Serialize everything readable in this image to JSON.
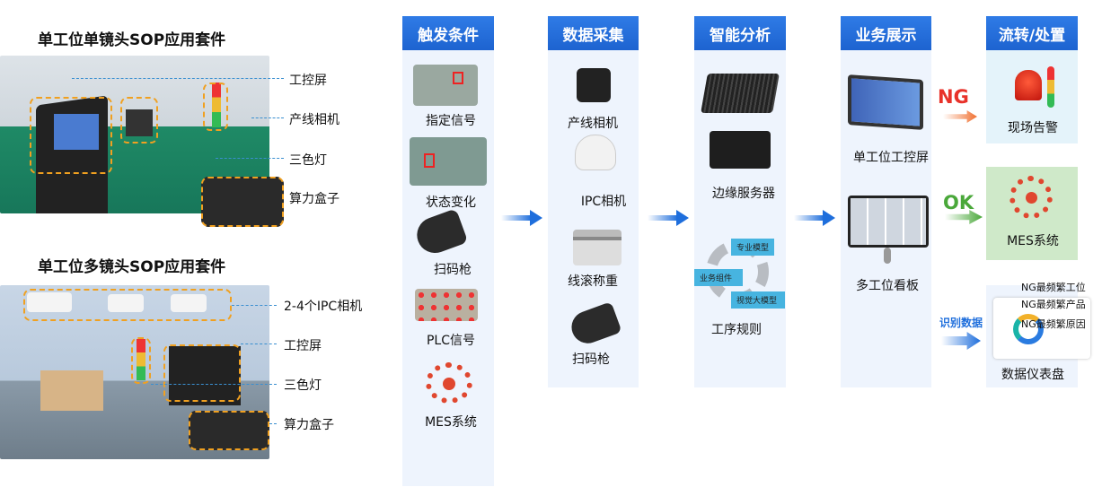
{
  "left": {
    "kit1": {
      "title": "单工位单镜头SOP应用套件",
      "labels": [
        "工控屏",
        "产线相机",
        "三色灯",
        "算力盒子"
      ]
    },
    "kit2": {
      "title": "单工位多镜头SOP应用套件",
      "labels": [
        "2-4个IPC相机",
        "工控屏",
        "三色灯",
        "算力盒子"
      ]
    }
  },
  "columns": [
    {
      "header": "触发条件",
      "items": [
        "指定信号",
        "状态变化",
        "扫码枪",
        "PLC信号",
        "MES系统"
      ]
    },
    {
      "header": "数据采集",
      "items": [
        "产线相机",
        "IPC相机",
        "线滚称重",
        "扫码枪"
      ]
    },
    {
      "header": "智能分析",
      "items": [
        "边缘服务器",
        "工序规则"
      ],
      "gear_tags": [
        "专业模型",
        "业务组件",
        "视觉大模型"
      ]
    },
    {
      "header": "业务展示",
      "items": [
        "单工位工控屏",
        "多工位看板"
      ]
    },
    {
      "header": "流转/处置",
      "items": [
        "现场告警",
        "MES系统",
        "数据仪表盘"
      ],
      "dashboard_notes": [
        "NG最频繁工位",
        "NG最频繁产品",
        "NG最频繁原因"
      ]
    }
  ],
  "flows": {
    "ng": "NG",
    "ok": "OK",
    "data": "识别数据"
  },
  "colors": {
    "header": "#1f6fe0",
    "column_bg": "#eef4fd",
    "ng": "#e8322a",
    "ok": "#4aa83a",
    "highlight": "#f0a020"
  }
}
